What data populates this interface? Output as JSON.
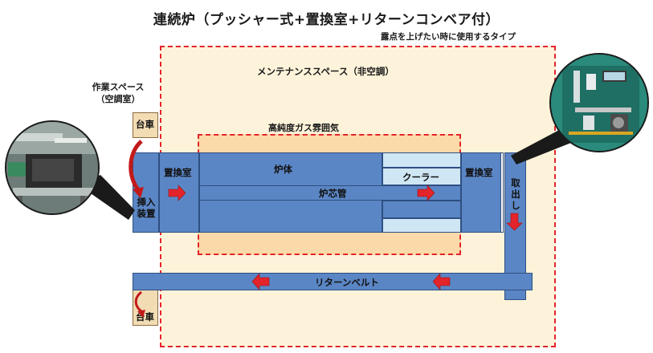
{
  "title": "連続炉（プッシャー式+置換室+リターンコンベア付）",
  "subtitle": "露点を上げたい時に使用するタイプ",
  "labels": {
    "maintenance_space": "メンテナンススペース（非空調）",
    "work_space_line1": "作業スペース",
    "work_space_line2": "（空調室）",
    "high_purity_gas": "高純度ガス雰囲気",
    "cart_top": "台車",
    "cart_bottom": "台車",
    "insert_device_line1": "挿入",
    "insert_device_line2": "装置",
    "replacement_room_left": "置換室",
    "replacement_room_right": "置換室",
    "furnace_body": "炉体",
    "cooler": "クーラー",
    "furnace_core_tube": "炉芯管",
    "takeout_1": "取",
    "takeout_2": "出",
    "takeout_3": "し",
    "return_belt": "リターンベルト"
  },
  "colors": {
    "furnace_blue": "#5b86c5",
    "cooler_light_blue": "#cfe6f4",
    "maintenance_area": "#fdf3da",
    "high_purity_zone": "#fbd9a8",
    "dashed_border": "#e3242b",
    "flow_arrow": "#e3242b"
  },
  "icons": [
    "flow-arrow-right",
    "flow-arrow-left",
    "flow-arrow-down",
    "curved-arrow-down"
  ]
}
